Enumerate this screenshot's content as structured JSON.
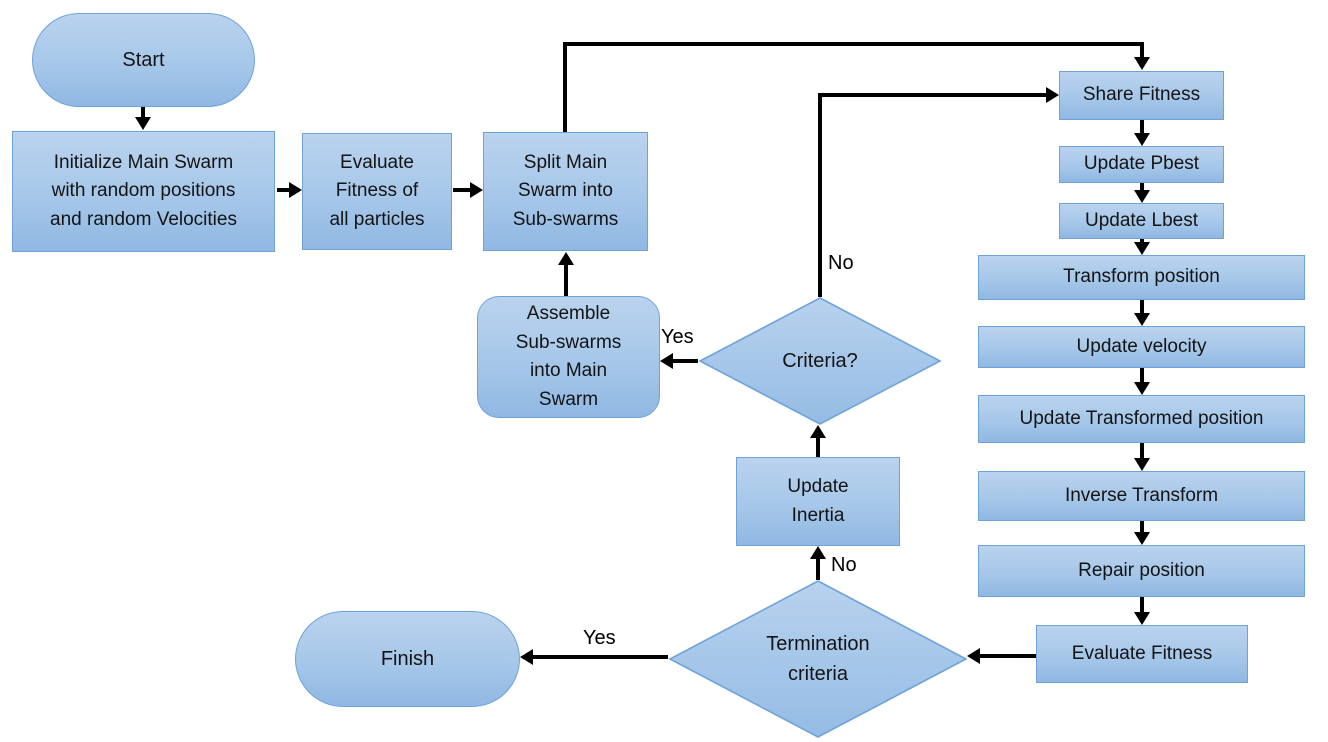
{
  "colors": {
    "shape_fill_top": "#bad3ee",
    "shape_fill_bottom": "#90b8e3",
    "shape_border": "#6fa3d8",
    "arrow": "#000000",
    "text": "#141414",
    "background": "#ffffff"
  },
  "nodes": {
    "start": {
      "label": "Start"
    },
    "initialize": {
      "label": "Initialize Main Swarm\nwith random positions\nand random Velocities"
    },
    "evaluate_fitness_all": {
      "label": "Evaluate\nFitness of\nall particles"
    },
    "split_main_swarm": {
      "label": "Split Main\nSwarm into\nSub-swarms"
    },
    "assemble_subswarms": {
      "label": "Assemble\nSub-swarms\ninto Main\nSwarm"
    },
    "criteria": {
      "label": "Criteria?"
    },
    "share_fitness": {
      "label": "Share Fitness"
    },
    "update_pbest": {
      "label": "Update Pbest"
    },
    "update_lbest": {
      "label": "Update Lbest"
    },
    "transform_position": {
      "label": "Transform position"
    },
    "update_velocity": {
      "label": "Update velocity"
    },
    "update_transformed_position": {
      "label": "Update Transformed position"
    },
    "inverse_transform": {
      "label": "Inverse Transform"
    },
    "repair_position": {
      "label": "Repair position"
    },
    "evaluate_fitness": {
      "label": "Evaluate Fitness"
    },
    "update_inertia": {
      "label": "Update\nInertia"
    },
    "termination_criteria": {
      "label": "Termination\ncriteria"
    },
    "finish": {
      "label": "Finish"
    }
  },
  "edge_labels": {
    "criteria_yes": "Yes",
    "criteria_no": "No",
    "termination_yes": "Yes",
    "termination_no": "No"
  }
}
